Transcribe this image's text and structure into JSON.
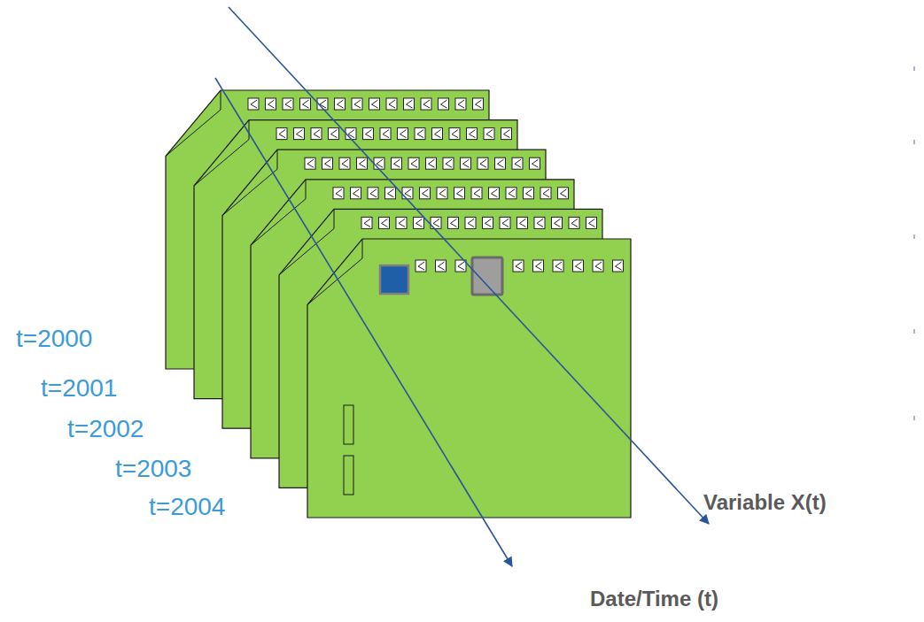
{
  "diagram": {
    "labels": [
      "t=2000",
      "t=2001",
      "t=2002",
      "t=2003",
      "t=2004",
      "Variable X(t)",
      "Date/Time (t)"
    ]
  }
}
